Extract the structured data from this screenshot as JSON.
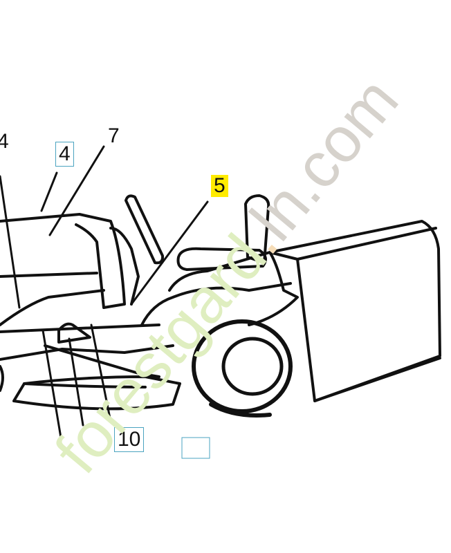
{
  "diagram": {
    "callouts": [
      {
        "id": "c4a",
        "text": "4",
        "style": "plain"
      },
      {
        "id": "c4b",
        "text": "4",
        "style": "boxed"
      },
      {
        "id": "c7",
        "text": "7",
        "style": "plain"
      },
      {
        "id": "c5",
        "text": "5",
        "style": "highlight"
      },
      {
        "id": "c10",
        "text": "10",
        "style": "boxed"
      }
    ],
    "colors": {
      "line": "#111111",
      "box_border": "#4aa3c0",
      "highlight": "#ffeb00",
      "watermark_green": "#dfeec0",
      "watermark_grey": "#d6d2cc",
      "watermark_orange": "#f6ddb8"
    }
  },
  "watermark": {
    "part1": "forestgard",
    "dot": ".",
    "part2": "ln.com"
  }
}
